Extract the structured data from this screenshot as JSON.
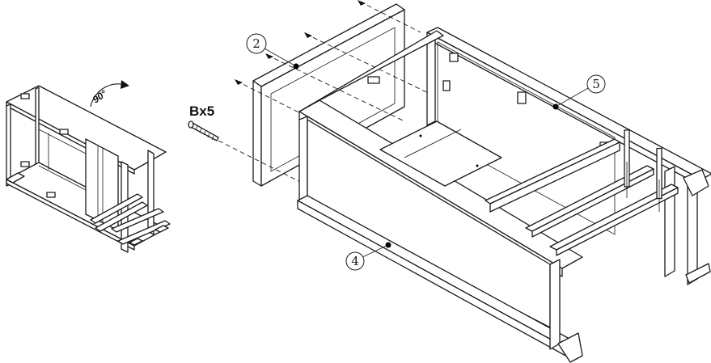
{
  "rotation": {
    "label": "90°"
  },
  "hardware": {
    "label": "Bx5",
    "part": "B",
    "quantity": 5
  },
  "callouts": [
    {
      "number": "2"
    },
    {
      "number": "5"
    },
    {
      "number": "4"
    }
  ],
  "colors": {
    "line": "#1a1a1a",
    "background": "#ffffff"
  }
}
